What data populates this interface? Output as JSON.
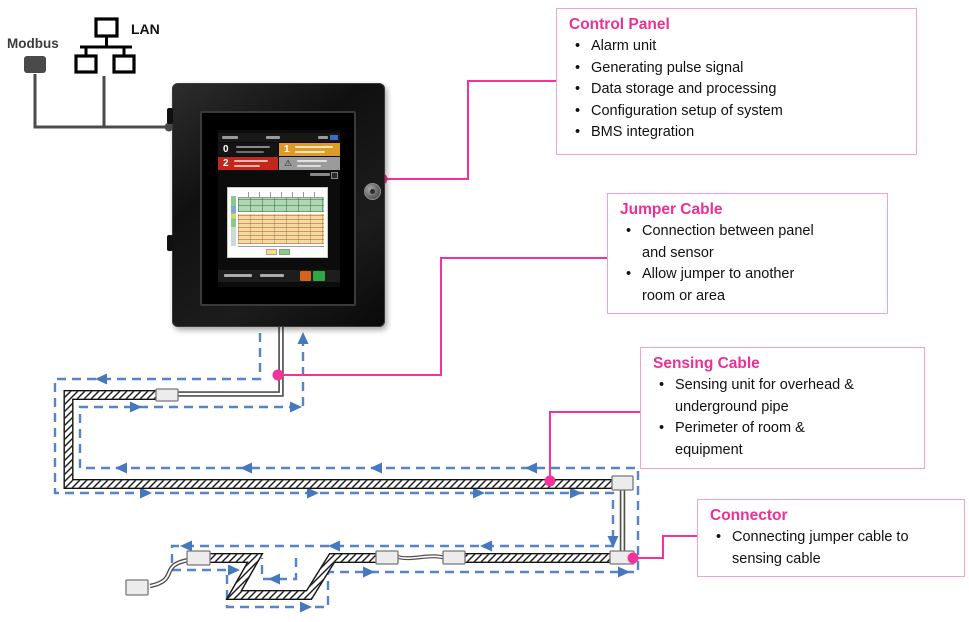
{
  "colors": {
    "pink": "#F5319B",
    "pink_title": "#EE2F96",
    "pink_box_border": "#F4A2CF",
    "dash_blue": "#5585C8",
    "arrow_blue": "#4678BE",
    "wire_gray": "#4b4b4b"
  },
  "top_left": {
    "modbus_label": "Modbus",
    "lan_label": "LAN"
  },
  "panel_screen": {
    "alarm_zone_count": "0",
    "alarm_tile_1": "1",
    "alarm_tile_2": "2",
    "warning_icon": "⚠"
  },
  "annotations": {
    "control_panel": {
      "title": "Control Panel",
      "bullets": [
        "Alarm unit",
        "Generating pulse signal",
        "Data storage and processing",
        "Configuration setup of system",
        "BMS integration"
      ]
    },
    "jumper_cable": {
      "title": "Jumper Cable",
      "bullets": [
        "Connection between panel\nand sensor",
        "Allow jumper to another\nroom or area"
      ]
    },
    "sensing_cable": {
      "title": "Sensing Cable",
      "bullets": [
        "Sensing unit for overhead &\nunderground pipe",
        "Perimeter of room &\nequipment"
      ]
    },
    "connector": {
      "title": "Connector",
      "bullets": [
        "Connecting jumper cable to\nsensing cable"
      ]
    }
  }
}
